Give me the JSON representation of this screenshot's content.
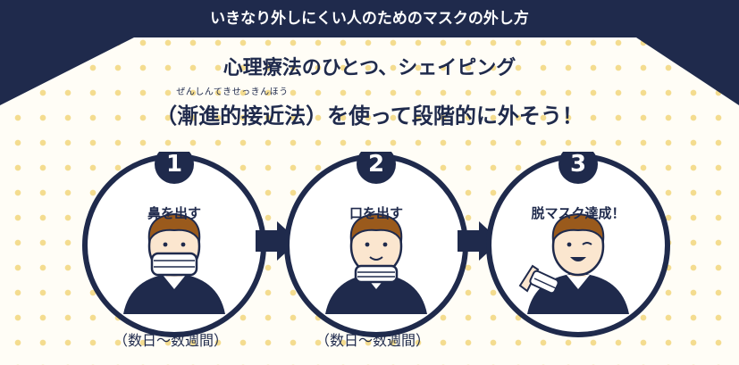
{
  "header": {
    "title": "いきなり外しにくい人のためのマスクの外し方"
  },
  "subtitle": "心理療法のひとつ、シェイピング",
  "ruby": "ぜんしんてきせっきんほう",
  "title": "（漸進的接近法）を使って段階的に外そう！",
  "steps": [
    {
      "number": "1",
      "label": "鼻を出す",
      "duration": "（数日〜数週間）"
    },
    {
      "number": "2",
      "label": "口を出す",
      "duration": "（数日〜数週間）"
    },
    {
      "number": "3",
      "label": "脱マスク達成！"
    }
  ],
  "colors": {
    "navy": "#1f2a4c",
    "skin": "#fbe6cf",
    "hair": "#9a5a1c",
    "dots": "#f4dc8f",
    "background": "#fffdf6"
  }
}
